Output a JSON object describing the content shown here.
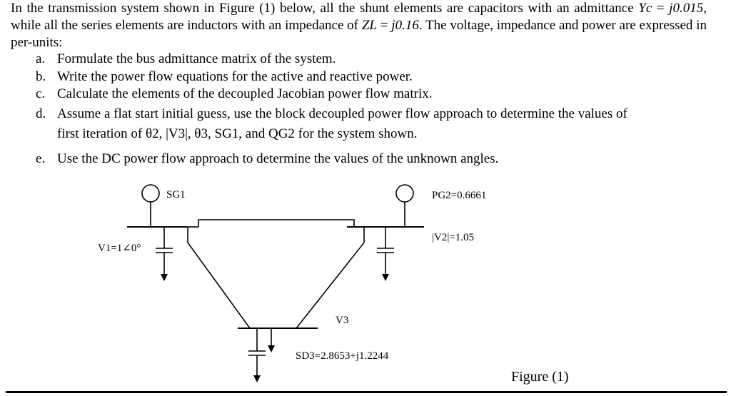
{
  "problem": {
    "intro_line1_a": "In the transmission system shown in Figure (1) below, all the shunt elements are capacitors with an admittance ",
    "intro_yc": "Yc",
    "intro_line1_b": " =",
    "intro_line2_a": "j0.015",
    "intro_line2_b": ", while all the series elements are inductors with an impedance of ",
    "intro_zl": "ZL",
    "intro_line2_c": " = ",
    "intro_line2_d": "j0.16",
    "intro_line2_e": ". The voltage, impedance and",
    "intro_line3": "power are expressed in per-units:"
  },
  "items": [
    {
      "label": "a.",
      "text": "Formulate the bus admittance matrix of the system."
    },
    {
      "label": "b.",
      "text": "Write the power flow equations for the active and reactive power."
    },
    {
      "label": "c.",
      "text": "Calculate the elements of the decoupled  Jacobian power flow matrix."
    },
    {
      "label": "d.",
      "text_line1": "Assume a flat start initial guess, use the block decoupled power flow approach to determine the values of",
      "text_line2": "first iteration of θ2, |V3|, θ3, SG1, and QG2 for the system shown."
    },
    {
      "label": "e.",
      "text": "Use the DC power flow approach to determine the values of the unknown angles."
    }
  ],
  "figure": {
    "sg1": "SG1",
    "v1": "V1=1∠0°",
    "pg2": "PG2=0.6661",
    "v2": "|V2|=1.05",
    "v3": "V3",
    "sd3": "SD3=2.8653+j1.2244",
    "caption": "Figure (1)"
  }
}
